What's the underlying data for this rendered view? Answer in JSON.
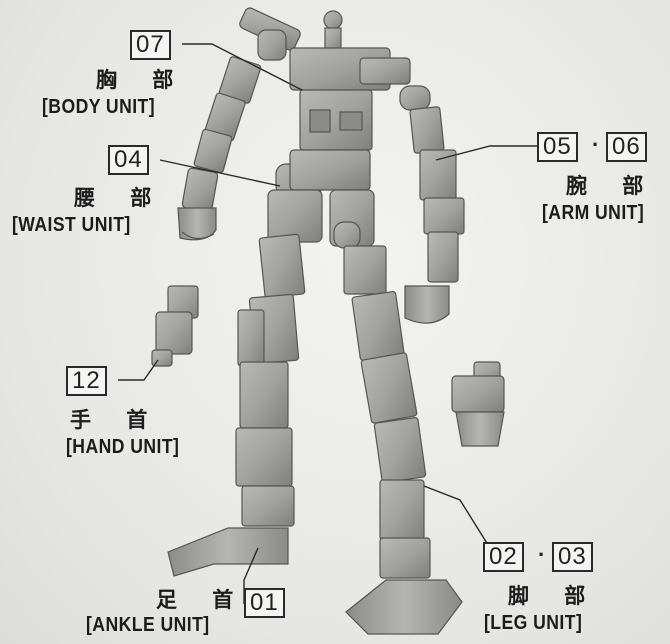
{
  "parts": {
    "body": {
      "number": "07",
      "jp": "胸 部",
      "en": "[BODY UNIT]"
    },
    "waist": {
      "number": "04",
      "jp": "腰 部",
      "en": "[WAIST UNIT]"
    },
    "arm": {
      "number_a": "05",
      "sep": "·",
      "number_b": "06",
      "jp": "腕 部",
      "en": "[ARM UNIT]"
    },
    "hand": {
      "number": "12",
      "jp": "手 首",
      "en": "[HAND UNIT]"
    },
    "leg": {
      "number_a": "02",
      "sep": "·",
      "number_b": "03",
      "jp": "脚 部",
      "en": "[LEG UNIT]"
    },
    "ankle": {
      "number": "01",
      "jp": "足 首",
      "en": "[ANKLE UNIT]"
    }
  }
}
